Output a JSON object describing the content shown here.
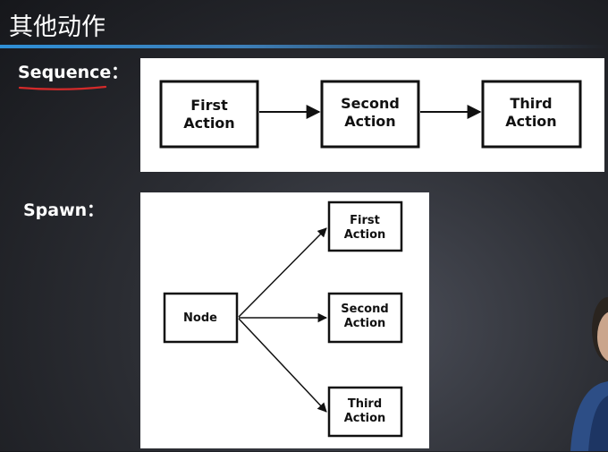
{
  "slide": {
    "title": "其他动作",
    "sequence_label": "Sequence：",
    "spawn_label": "Spawn："
  },
  "sequence_diagram": {
    "nodes": [
      {
        "id": "first",
        "lines": [
          "First",
          "Action"
        ]
      },
      {
        "id": "second",
        "lines": [
          "Second",
          "Action"
        ]
      },
      {
        "id": "third",
        "lines": [
          "Third",
          "Action"
        ]
      }
    ],
    "edges": [
      [
        "first",
        "second"
      ],
      [
        "second",
        "third"
      ]
    ]
  },
  "spawn_diagram": {
    "source": {
      "id": "node",
      "lines": [
        "Node"
      ]
    },
    "targets": [
      {
        "id": "first",
        "lines": [
          "First",
          "Action"
        ]
      },
      {
        "id": "second",
        "lines": [
          "Second",
          "Action"
        ]
      },
      {
        "id": "third",
        "lines": [
          "Third",
          "Action"
        ]
      }
    ]
  },
  "colors": {
    "accent_rule": "#2f8fd6",
    "underline": "#d42a2a",
    "panel": "#ffffff",
    "stroke": "#111111"
  }
}
